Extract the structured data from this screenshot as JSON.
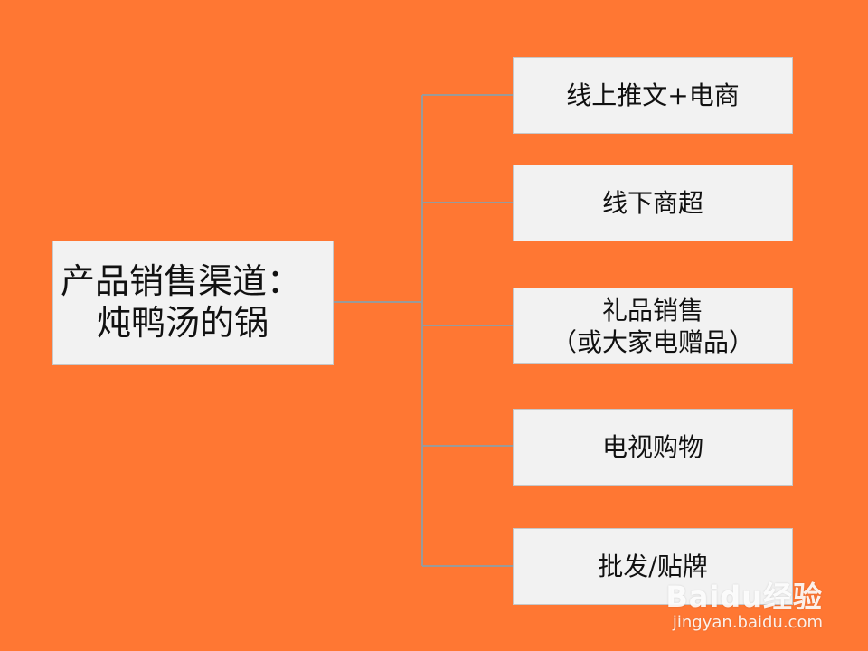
{
  "colors": {
    "background": "#FF7733",
    "box_fill": "#F2F2F2",
    "connector": "#9A9A9A"
  },
  "root": {
    "line1": "产品销售渠道：",
    "line2": "炖鸭汤的锅"
  },
  "children": [
    {
      "label": "线上推文+电商"
    },
    {
      "label": "线下商超"
    },
    {
      "label_line1": "礼品销售",
      "label_line2": "（或大家电赠品）"
    },
    {
      "label": "电视购物"
    },
    {
      "label": "批发/贴牌"
    }
  ],
  "watermark": {
    "logo": "Baidu经验",
    "url": "jingyan.baidu.com"
  }
}
